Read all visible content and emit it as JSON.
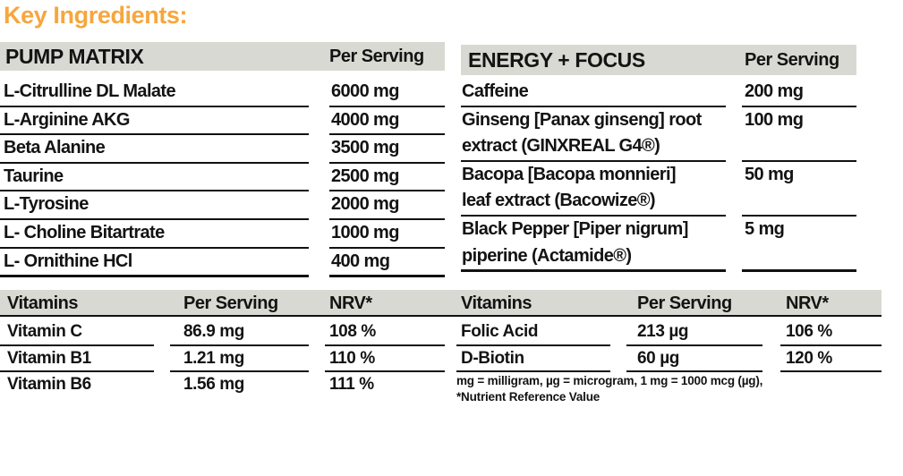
{
  "page_title": "Key Ingredients:",
  "colors": {
    "accent_orange": "#F7A63C",
    "header_bar_gray": "#D9D9D3",
    "text_black": "#131313"
  },
  "pump_matrix": {
    "title": "PUMP MATRIX",
    "per_serving_label": "Per Serving",
    "rows": [
      {
        "name": "L-Citrulline DL Malate",
        "amount": "6000 mg"
      },
      {
        "name": "L-Arginine AKG",
        "amount": "4000 mg"
      },
      {
        "name": "Beta Alanine",
        "amount": "3500 mg"
      },
      {
        "name": "Taurine",
        "amount": "2500 mg"
      },
      {
        "name": "L-Tyrosine",
        "amount": "2000 mg"
      },
      {
        "name": "L- Choline Bitartrate",
        "amount": "1000 mg"
      },
      {
        "name": "L- Ornithine HCl",
        "amount": "400 mg"
      }
    ]
  },
  "energy_focus": {
    "title": "ENERGY + FOCUS",
    "per_serving_label": "Per Serving",
    "rows": [
      {
        "name_lines": [
          "Caffeine"
        ],
        "amount": "200 mg"
      },
      {
        "name_lines": [
          "Ginseng [Panax ginseng] root",
          "extract (GINXREAL G4®)"
        ],
        "amount": "100 mg"
      },
      {
        "name_lines": [
          "Bacopa [Bacopa monnieri]",
          "leaf extract  (Bacowize®)"
        ],
        "amount": "50 mg"
      },
      {
        "name_lines": [
          "Black Pepper [Piper nigrum]",
          "piperine (Actamide®)"
        ],
        "amount": "5 mg"
      }
    ]
  },
  "vitamins_left": {
    "title": "Vitamins",
    "per_serving_label": "Per Serving",
    "nrv_label": "NRV*",
    "rows": [
      {
        "name": "Vitamin C",
        "amount": "86.9 mg",
        "nrv": "108 %"
      },
      {
        "name": "Vitamin B1",
        "amount": "1.21 mg",
        "nrv": "110 %"
      },
      {
        "name": "Vitamin B6",
        "amount": "1.56 mg",
        "nrv": "111 %"
      }
    ]
  },
  "vitamins_right": {
    "title": "Vitamins",
    "per_serving_label": "Per Serving",
    "nrv_label": "NRV*",
    "rows": [
      {
        "name": "Folic Acid",
        "amount": "213 µg",
        "nrv": "106 %"
      },
      {
        "name": "D-Biotin",
        "amount": "60 µg",
        "nrv": "120 %"
      }
    ]
  },
  "footnote": {
    "line1": "mg = milligram, µg = microgram, 1 mg = 1000 mcg (µg),",
    "line2": "*Nutrient Reference Value"
  }
}
